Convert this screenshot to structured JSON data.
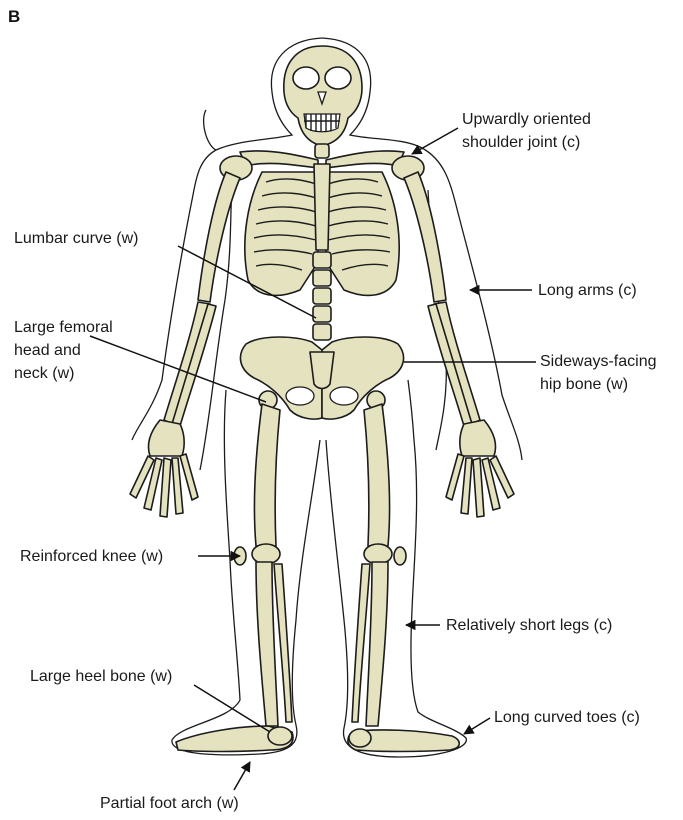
{
  "panel_letter": "B",
  "labels": {
    "shoulder_line1": "Upwardly oriented",
    "shoulder_line2": "shoulder joint (c)",
    "lumbar": "Lumbar curve (w)",
    "long_arms": "Long arms (c)",
    "femoral_line1": "Large femoral",
    "femoral_line2": "head and",
    "femoral_line3": "neck (w)",
    "hip_line1": "Sideways-facing",
    "hip_line2": "hip bone (w)",
    "knee": "Reinforced knee (w)",
    "short_legs": "Relatively short legs (c)",
    "heel": "Large heel bone (w)",
    "toes": "Long curved toes (c)",
    "arch": "Partial foot arch (w)"
  },
  "colors": {
    "bone_fill": "#e4e2bf",
    "line": "#1c1c1c"
  }
}
